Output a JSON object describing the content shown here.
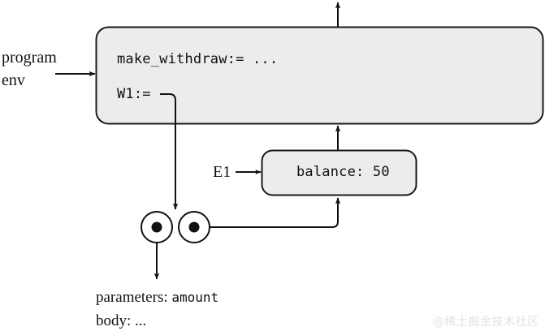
{
  "diagram": {
    "title_alt": "environment diagram for make_withdraw",
    "colors": {
      "box_fill": "#ececec",
      "box_stroke": "#1a1a1a",
      "line": "#111111",
      "background": "#ffffff",
      "watermark": "#e2e2e2"
    },
    "global_frame": {
      "name": "global-environment-frame",
      "label_lines": [
        "program",
        "env"
      ],
      "bindings": [
        {
          "name": "make_withdraw",
          "text": "make_withdraw:= ..."
        },
        {
          "name": "W1",
          "text": "W1:="
        }
      ]
    },
    "child_frame": {
      "name": "E1",
      "label": "E1",
      "bindings": [
        {
          "name": "balance",
          "text": "balance: 50"
        }
      ]
    },
    "procedure": {
      "name": "procedure-double-circle",
      "parameters_label": "parameters:",
      "parameters_value": "amount",
      "body_label": "body:",
      "body_value": "..."
    },
    "arrows": [
      {
        "name": "program-env-arrow",
        "from": "program env label",
        "to": "global frame"
      },
      {
        "name": "global-frame-parent-arrow",
        "from": "global frame",
        "to": "top"
      },
      {
        "name": "w1-to-procedure-arrow",
        "from": "W1 binding",
        "to": "procedure circles"
      },
      {
        "name": "procedure-env-arrow",
        "from": "procedure right circle",
        "to": "E1 frame"
      },
      {
        "name": "e1-parent-arrow",
        "from": "E1 frame",
        "to": "global frame"
      },
      {
        "name": "procedure-body-arrow",
        "from": "procedure left circle",
        "to": "parameters and body"
      },
      {
        "name": "e1-label-arrow",
        "from": "E1 label",
        "to": "E1 frame"
      }
    ]
  },
  "watermark": {
    "text": "@稀土掘金技术社区"
  }
}
